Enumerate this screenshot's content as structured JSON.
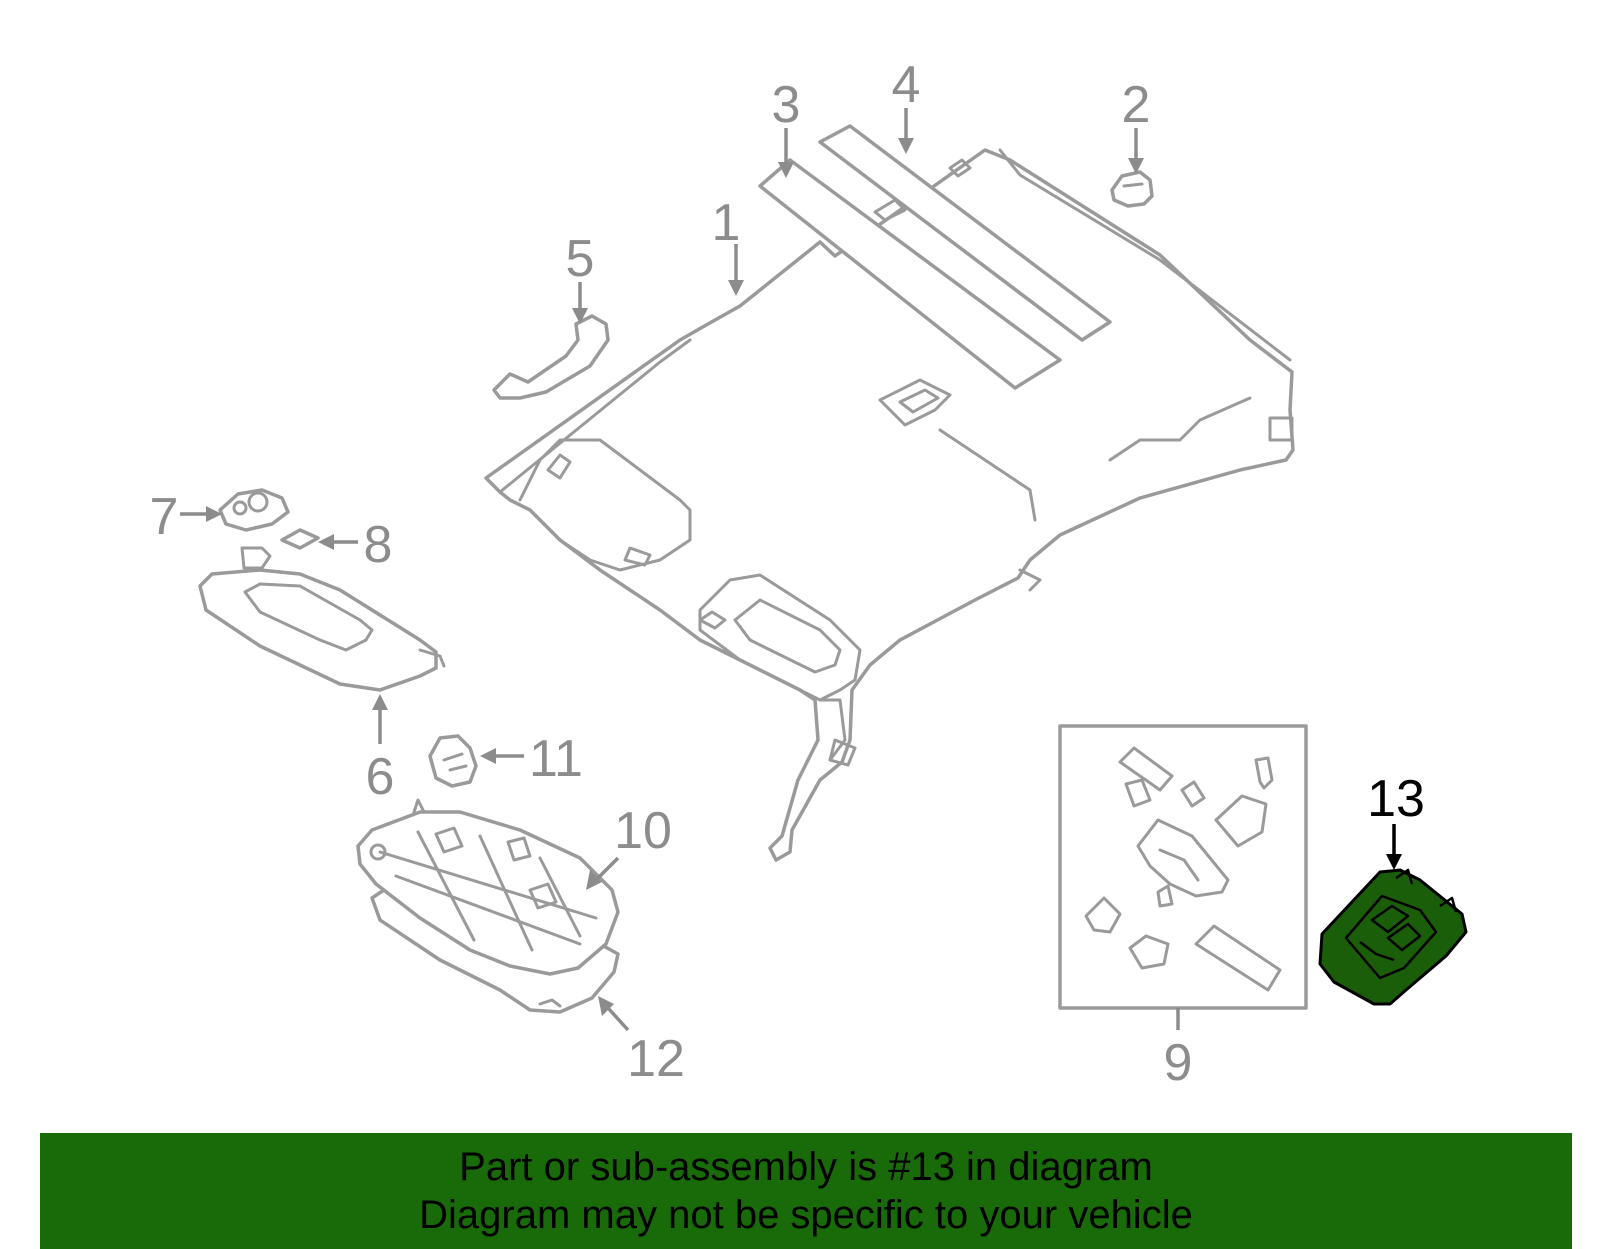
{
  "callouts": [
    {
      "id": "1",
      "label": "1"
    },
    {
      "id": "2",
      "label": "2"
    },
    {
      "id": "3",
      "label": "3"
    },
    {
      "id": "4",
      "label": "4"
    },
    {
      "id": "5",
      "label": "5"
    },
    {
      "id": "6",
      "label": "6"
    },
    {
      "id": "7",
      "label": "7"
    },
    {
      "id": "8",
      "label": "8"
    },
    {
      "id": "9",
      "label": "9"
    },
    {
      "id": "10",
      "label": "10"
    },
    {
      "id": "11",
      "label": "11"
    },
    {
      "id": "12",
      "label": "12"
    },
    {
      "id": "13",
      "label": "13"
    }
  ],
  "highlighted_part": "13",
  "colors": {
    "line_gray": "#9a9a9a",
    "highlight_fill": "#1b5e0a",
    "banner_bg": "#186b08",
    "text_dark": "#000000"
  },
  "banner": {
    "line1": "Part or sub-assembly is #13 in diagram",
    "line2": "Diagram may not be specific to your vehicle"
  }
}
